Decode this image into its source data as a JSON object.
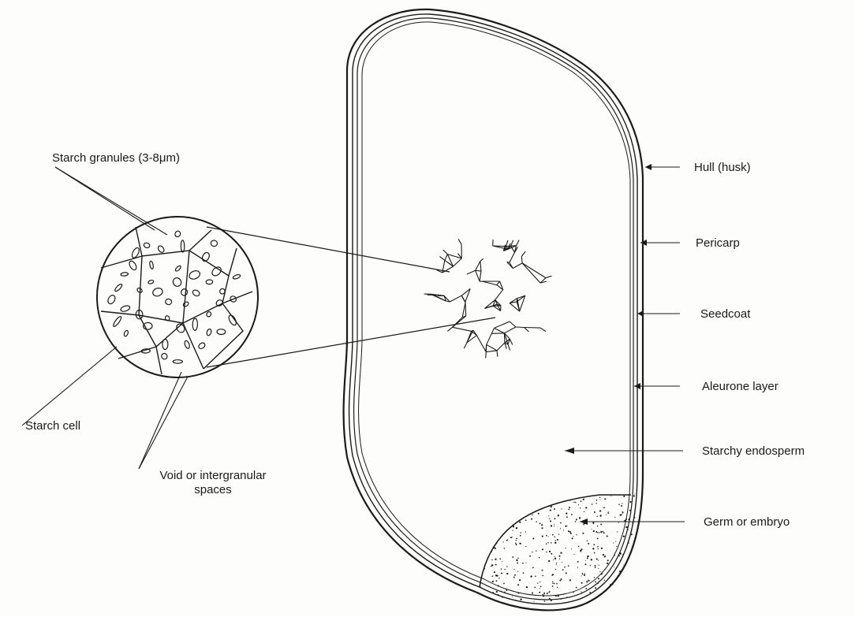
{
  "labels": {
    "starch_granules": "Starch granules (3-8μm)",
    "starch_cell": "Starch cell",
    "void_line1": "Void or intergranular",
    "void_line2": "spaces",
    "hull": "Hull (husk)",
    "pericarp": "Pericarp",
    "seedcoat": "Seedcoat",
    "aleurone": "Aleurone layer",
    "endosperm": "Starchy endosperm",
    "germ": "Germ or embryo"
  },
  "colors": {
    "ink": "#1a1a1a",
    "paper": "#fdfdfb"
  }
}
